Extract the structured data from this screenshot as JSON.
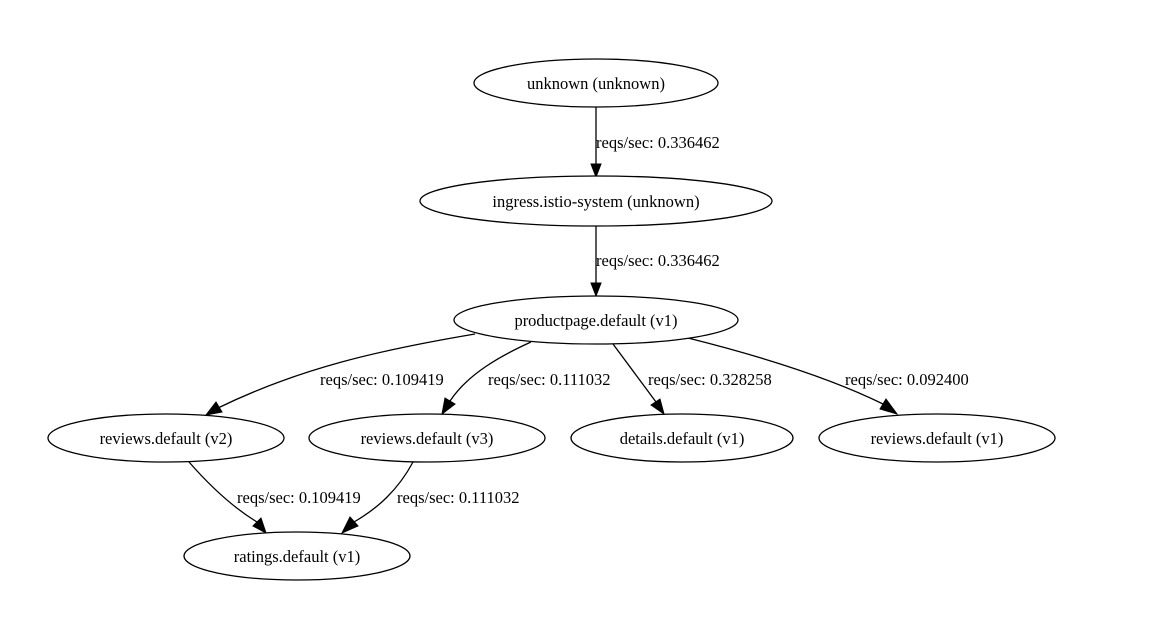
{
  "graph": {
    "title": "Service graph",
    "nodes": [
      {
        "id": "unknown",
        "label": "unknown (unknown)"
      },
      {
        "id": "ingress",
        "label": "ingress.istio-system (unknown)"
      },
      {
        "id": "productpage",
        "label": "productpage.default (v1)"
      },
      {
        "id": "reviews_v2",
        "label": "reviews.default (v2)"
      },
      {
        "id": "reviews_v3",
        "label": "reviews.default (v3)"
      },
      {
        "id": "details_v1",
        "label": "details.default (v1)"
      },
      {
        "id": "reviews_v1",
        "label": "reviews.default (v1)"
      },
      {
        "id": "ratings_v1",
        "label": "ratings.default (v1)"
      }
    ],
    "edges": [
      {
        "from": "unknown",
        "to": "ingress",
        "label": "reqs/sec: 0.336462"
      },
      {
        "from": "ingress",
        "to": "productpage",
        "label": "reqs/sec: 0.336462"
      },
      {
        "from": "productpage",
        "to": "reviews_v2",
        "label": "reqs/sec: 0.109419"
      },
      {
        "from": "productpage",
        "to": "reviews_v3",
        "label": "reqs/sec: 0.111032"
      },
      {
        "from": "productpage",
        "to": "details_v1",
        "label": "reqs/sec: 0.328258"
      },
      {
        "from": "productpage",
        "to": "reviews_v1",
        "label": "reqs/sec: 0.092400"
      },
      {
        "from": "reviews_v2",
        "to": "ratings_v1",
        "label": "reqs/sec: 0.109419"
      },
      {
        "from": "reviews_v3",
        "to": "ratings_v1",
        "label": "reqs/sec: 0.111032"
      }
    ]
  }
}
